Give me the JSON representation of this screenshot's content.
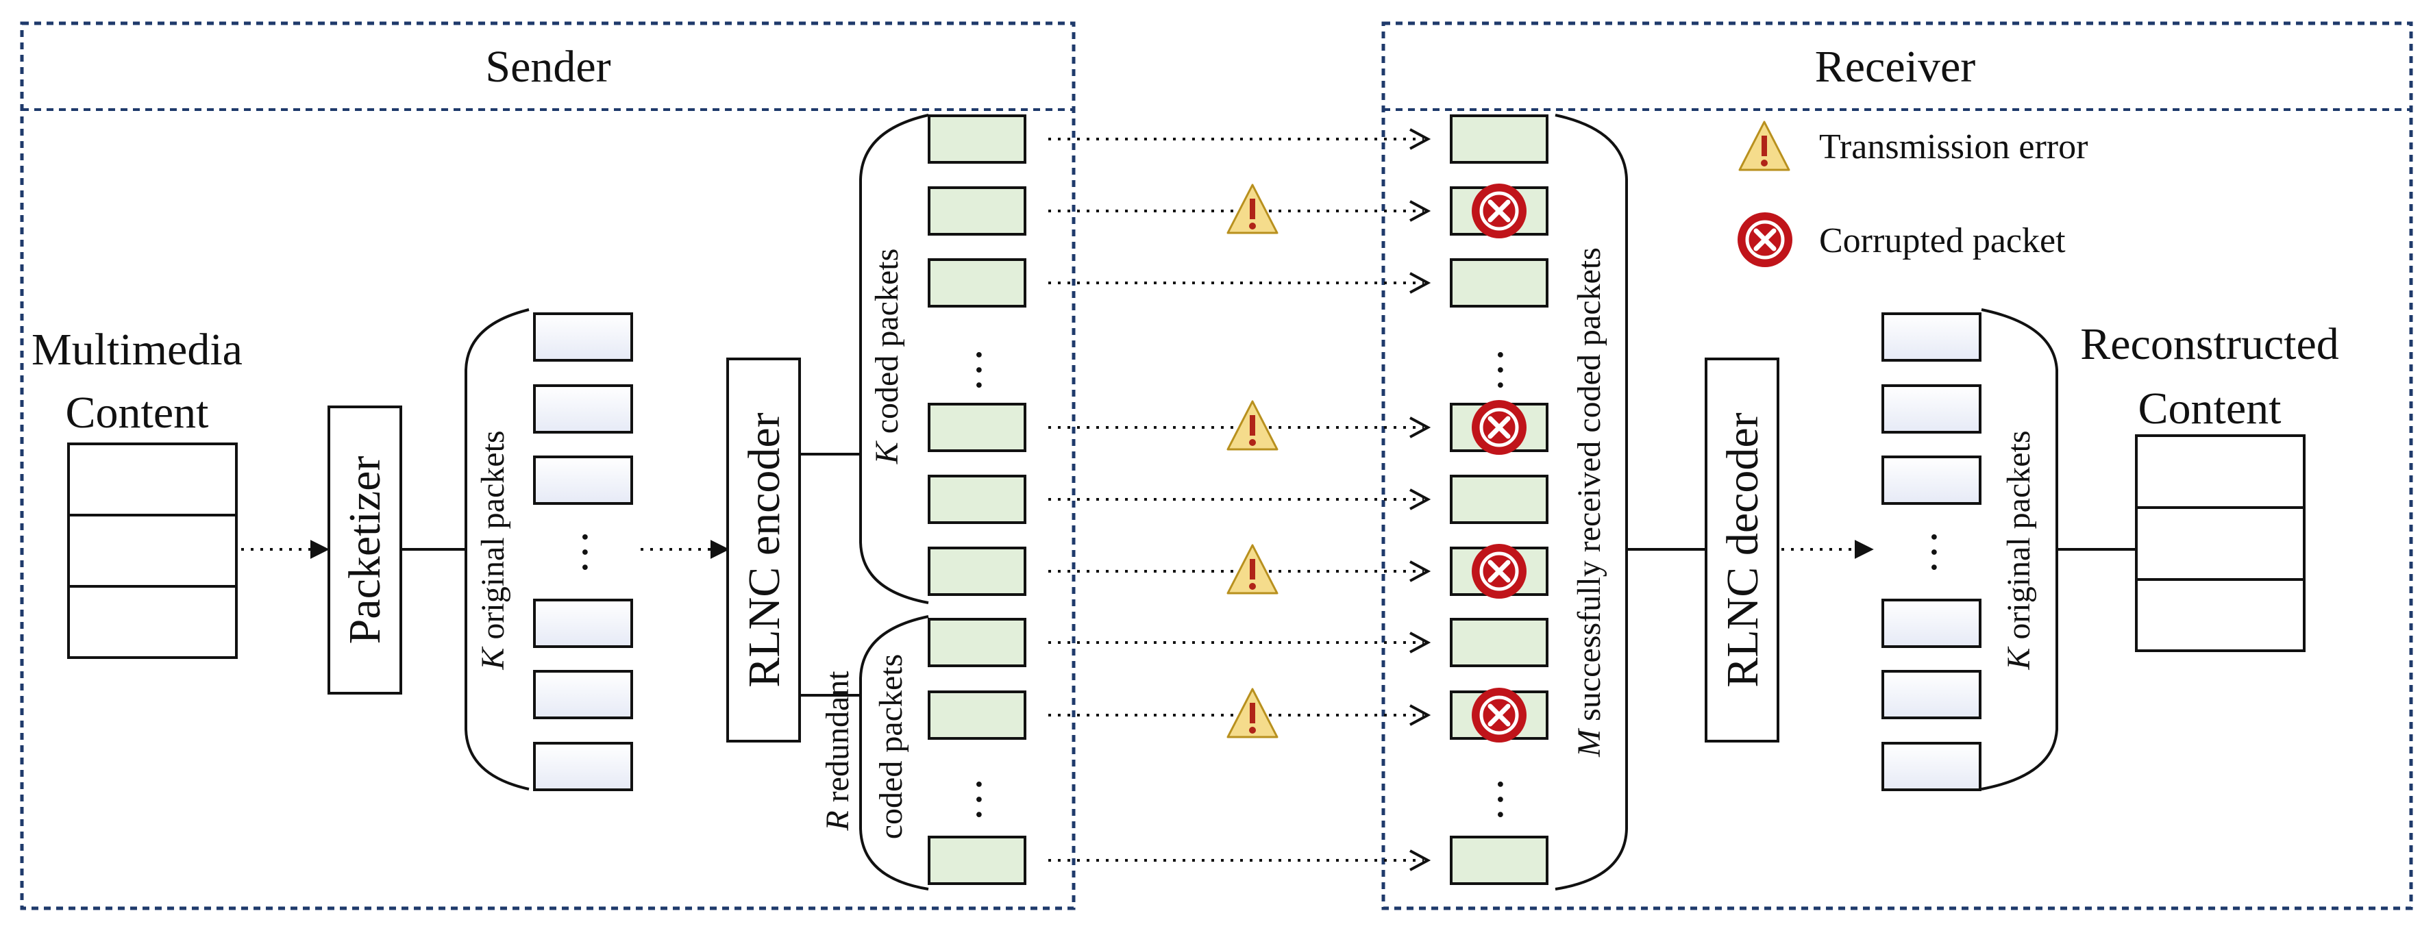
{
  "sender": {
    "header": "Sender",
    "multimedia_label": [
      "Multimedia",
      "Content"
    ],
    "packetizer_label": "Packetizer",
    "original_packets_var": "K",
    "original_packets_text": " original packets",
    "encoder_label": "RLNC encoder",
    "coded_packets_var": "K",
    "coded_packets_text": " coded packets",
    "redundant_var": "R",
    "redundant_text": " redundant",
    "redundant_line2": "coded packets"
  },
  "receiver": {
    "header": "Receiver",
    "received_var": "M",
    "received_text": " successfully received coded packets",
    "decoder_label": "RLNC decoder",
    "original_packets_var": "K",
    "original_packets_text": " original packets",
    "reconstructed_label": [
      "Reconstructed",
      "Content"
    ]
  },
  "legend": {
    "transmission_error": "Transmission error",
    "corrupted_packet": "Corrupted packet"
  },
  "ellipsis": "…",
  "transmission": [
    {
      "error": false,
      "corrupted": false
    },
    {
      "error": true,
      "corrupted": true
    },
    {
      "error": false,
      "corrupted": false
    },
    {
      "error": true,
      "corrupted": true
    },
    {
      "error": false,
      "corrupted": false
    },
    {
      "error": true,
      "corrupted": true
    },
    {
      "error": false,
      "corrupted": false
    },
    {
      "error": true,
      "corrupted": true
    },
    {
      "error": false,
      "corrupted": false
    }
  ],
  "colors": {
    "frame": "#1f3a6b",
    "coded_packet_fill": "#e2efda",
    "original_packet_fill": "#f3f5fb",
    "warning_fill": "#f5dc8c",
    "warning_mark": "#b02418",
    "corrupt_red": "#c0141a"
  }
}
